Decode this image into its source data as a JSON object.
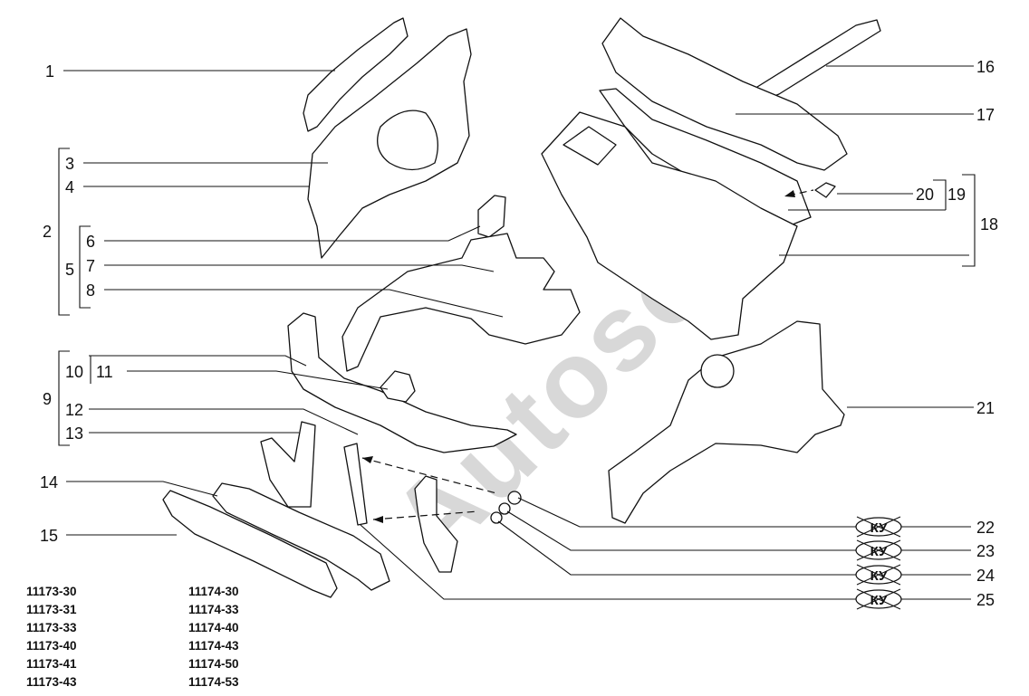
{
  "watermark": "Autosoft",
  "callouts": [
    {
      "id": "1",
      "text": "1"
    },
    {
      "id": "2",
      "text": "2"
    },
    {
      "id": "3",
      "text": "3"
    },
    {
      "id": "4",
      "text": "4"
    },
    {
      "id": "5",
      "text": "5"
    },
    {
      "id": "6",
      "text": "6"
    },
    {
      "id": "7",
      "text": "7"
    },
    {
      "id": "8",
      "text": "8"
    },
    {
      "id": "9",
      "text": "9"
    },
    {
      "id": "10",
      "text": "10"
    },
    {
      "id": "11",
      "text": "11"
    },
    {
      "id": "12",
      "text": "12"
    },
    {
      "id": "13",
      "text": "13"
    },
    {
      "id": "14",
      "text": "14"
    },
    {
      "id": "15",
      "text": "15"
    },
    {
      "id": "16",
      "text": "16"
    },
    {
      "id": "17",
      "text": "17"
    },
    {
      "id": "18",
      "text": "18"
    },
    {
      "id": "19",
      "text": "19"
    },
    {
      "id": "20",
      "text": "20"
    },
    {
      "id": "21",
      "text": "21"
    },
    {
      "id": "22",
      "text": "22"
    },
    {
      "id": "23",
      "text": "23"
    },
    {
      "id": "24",
      "text": "24"
    },
    {
      "id": "25",
      "text": "25"
    }
  ],
  "ku_badges": [
    "КУ",
    "КУ",
    "КУ",
    "КУ"
  ],
  "model_codes": {
    "left": [
      "11173-30",
      "11173-31",
      "11173-33",
      "11173-40",
      "11173-41",
      "11173-43"
    ],
    "right": [
      "11174-30",
      "11174-33",
      "11174-40",
      "11174-43",
      "11174-50",
      "11174-53"
    ]
  }
}
